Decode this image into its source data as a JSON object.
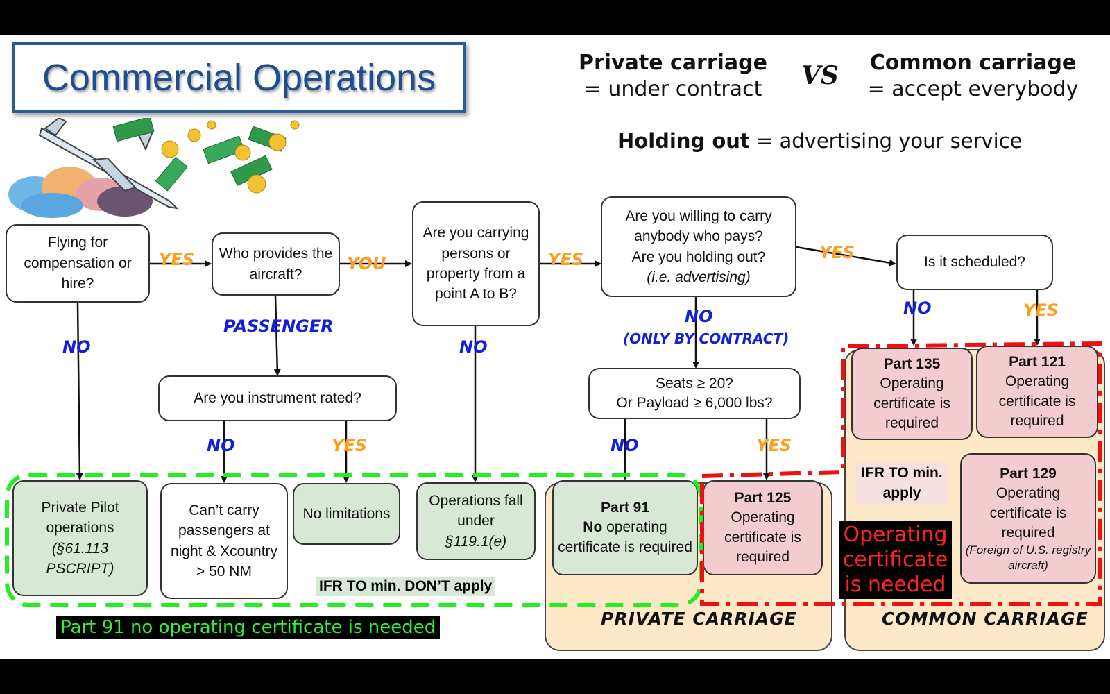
{
  "title": "Commercial Operations",
  "header": {
    "private_carriage": "Private carriage",
    "private_def": "= under contract",
    "vs": "VS",
    "common_carriage": "Common carriage",
    "common_def": "= accept everybody",
    "holding_out_term": "Holding out",
    "holding_out_def": " = advertising your service"
  },
  "questions": {
    "q1": "Flying for compensation or hire?",
    "q2": "Who provides the aircraft?",
    "q3": "Are you carrying persons or property from a point A to B?",
    "q4_line1": "Are you willing to carry anybody who pays?",
    "q4_line2": "Are you holding out?",
    "q4_line3": "(i.e. advertising)",
    "q5": "Is it scheduled?",
    "q6": "Are you instrument rated?",
    "q7_line1": "Seats ≥ 20?",
    "q7_line2": "Or Payload ≥ 6,000 lbs?"
  },
  "edges": {
    "yes": "YES",
    "you": "YOU",
    "no": "NO",
    "passenger": "PASSENGER",
    "only_by_contract": "(ONLY BY CONTRACT)"
  },
  "outcomes": {
    "private_pilot_line1": "Private Pilot operations",
    "private_pilot_line2": "(§61.113 PSCRIPT)",
    "cant_carry": "Can’t carry passengers at night & Xcountry > 50 NM",
    "no_limitations": "No limitations",
    "ops_fall_line1": "Operations fall under",
    "ops_fall_line2": "§119.1(e)",
    "part91_title": "Part 91",
    "part91_no": "No",
    "part91_rest": " operating certificate is required",
    "part125_title": "Part 125",
    "part125_body": "Operating certificate is required",
    "part135_title": "Part 135",
    "part135_body": "Operating certificate is required",
    "part121_title": "Part 121",
    "part121_body": "Operating certificate is required",
    "part129_title": "Part 129",
    "part129_body": "Operating certificate is required",
    "part129_note": "(Foreign of U.S. registry aircraft)"
  },
  "notes": {
    "ifr_dont_apply": "IFR TO min. DON’T apply",
    "ifr_apply": "IFR TO min. apply",
    "op_cert_needed": "Operating certificate is needed",
    "part91_banner": "Part 91 no operating certificate is needed"
  },
  "regions": {
    "private": "PRIVATE CARRIAGE",
    "common": "COMMON CARRIAGE"
  },
  "colors": {
    "yes": "#ff9d1f",
    "no": "#1420d8",
    "green_box": "#d7e8d4",
    "pink_box": "#f3cccf",
    "region_fill": "#fde9c8",
    "green_dash": "#22ee22",
    "red_dash": "#ee1111",
    "title_blue": "#1f4e8f"
  }
}
